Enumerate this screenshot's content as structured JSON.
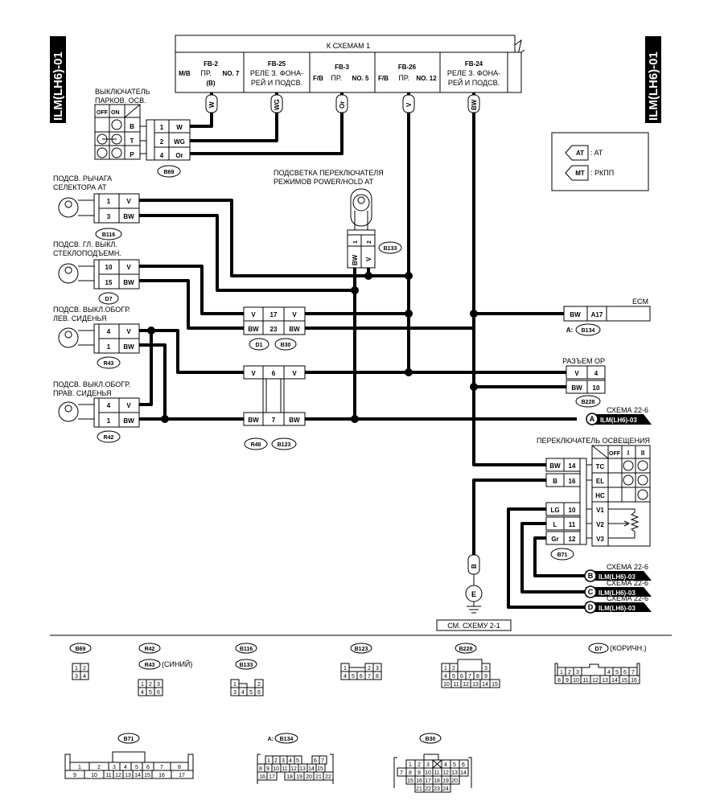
{
  "side_label": "ILM(LH6)-01",
  "top_header": {
    "title": "К СХЕМАМ 1",
    "cells": [
      {
        "pre": "M/B",
        "name": "FB-2",
        "line1": "ПР.",
        "num": "NO. 7",
        "line2": "(B)"
      },
      {
        "pre": "",
        "name": "FB-25",
        "line1": "РЕЛЕ З. ФОНА-",
        "num": "",
        "line2": "РЕЙ И ПОДСВ."
      },
      {
        "pre": "F/B",
        "name": "FB-3",
        "line1": "ПР.",
        "num": "NO. 5",
        "line2": ""
      },
      {
        "pre": "F/B",
        "name": "FB-26",
        "line1": "ПР.",
        "num": "NO. 12",
        "line2": ""
      },
      {
        "pre": "",
        "name": "FB-24",
        "line1": "РЕЛЕ З. ФОНА-",
        "num": "",
        "line2": "РЕЙ И ПОДСВ."
      }
    ],
    "wire_tags": [
      "W",
      "WG",
      "Or",
      "V",
      "BW"
    ]
  },
  "legend": {
    "at_tag": "AT",
    "at_text": ": AT",
    "mt_tag": "MT",
    "mt_text": ": РКПП"
  },
  "parking_switch": {
    "title": [
      "ВЫКЛЮЧАТЕЛЬ",
      "ПАРКОВ. ОСВ."
    ],
    "off": "OFF",
    "on": "ON",
    "rows": [
      {
        "pin": "B",
        "num": "1",
        "wire": "W"
      },
      {
        "pin": "T",
        "num": "2",
        "wire": "WG"
      },
      {
        "pin": "P",
        "num": "4",
        "wire": "Or"
      }
    ],
    "connector": "B69"
  },
  "selector": {
    "title": [
      "ПОДСВ. РЫЧАГА",
      "СЕЛЕКТОРА AT"
    ],
    "pins": [
      {
        "num": "1",
        "wire": "V"
      },
      {
        "num": "3",
        "wire": "BW"
      }
    ],
    "connector": "B116"
  },
  "window": {
    "title": [
      "ПОДСВ. ГЛ. ВЫКЛ.",
      "СТЕКЛОПОДЪЕМН."
    ],
    "pins": [
      {
        "num": "10",
        "wire": "V"
      },
      {
        "num": "15",
        "wire": "BW"
      }
    ],
    "connector": "D7"
  },
  "seat_left": {
    "title": [
      "ПОДСВ. ВЫКЛ.ОБОГР.",
      "ЛЕВ. СИДЕНЬЯ"
    ],
    "pins": [
      {
        "num": "4",
        "wire": "V"
      },
      {
        "num": "1",
        "wire": "BW"
      }
    ],
    "connector": "R43"
  },
  "seat_right": {
    "title": [
      "ПОДСВ. ВЫКЛ.ОБОГР.",
      "ПРАВ. СИДЕНЬЯ"
    ],
    "pins": [
      {
        "num": "4",
        "wire": "V"
      },
      {
        "num": "1",
        "wire": "BW"
      }
    ],
    "connector": "R42"
  },
  "power_hold": {
    "title": [
      "ПОДСВЕТКА ПЕРЕКЛЮЧАТЕЛЯ",
      "РЕЖИМОВ POWER/HOLD AT"
    ],
    "pins": [
      "1",
      "2"
    ],
    "wires": [
      "BW",
      "V"
    ],
    "connector": "B133"
  },
  "joint_d1": {
    "rows": [
      {
        "left": "V",
        "num": "17",
        "right": "V"
      },
      {
        "left": "BW",
        "num": "23",
        "right": "BW"
      }
    ],
    "connectors": [
      "D1",
      "B30"
    ]
  },
  "joint_r48": {
    "rows": [
      {
        "left": "V",
        "num": "6",
        "right": "V"
      },
      {
        "left": "BW",
        "num": "7",
        "right": "BW"
      }
    ],
    "connectors": [
      "R48",
      "B123"
    ]
  },
  "ecm": {
    "title": "ECM",
    "wire": "BW",
    "pin": "A17",
    "prefix": "A:",
    "connector": "B134"
  },
  "op_connector": {
    "title": "РАЗЪЕМ OP",
    "rows": [
      {
        "wire": "V",
        "num": "4"
      },
      {
        "wire": "BW",
        "num": "10"
      }
    ],
    "connector": "B228"
  },
  "schema_a": {
    "ref": "СХЕМА 22-6",
    "letter": "A",
    "target": "ILM(LH6)-03"
  },
  "light_switch": {
    "title": "ПЕРЕКЛЮЧАТЕЛЬ ОСВЕЩЕНИЯ",
    "cols": [
      "OFF",
      "I",
      "II"
    ],
    "rows": [
      {
        "wire": "BW",
        "num": "14",
        "pin": "TC"
      },
      {
        "wire": "B",
        "num": "16",
        "pin": "EL"
      },
      {
        "wire": "",
        "num": "",
        "pin": "HC"
      },
      {
        "wire": "LG",
        "num": "10",
        "pin": "V1"
      },
      {
        "wire": "L",
        "num": "11",
        "pin": "V2"
      },
      {
        "wire": "Gr",
        "num": "12",
        "pin": "V3"
      }
    ],
    "connector": "B71"
  },
  "schemas_bcd": [
    {
      "ref": "СХЕМА 22-6",
      "letter": "B",
      "target": "ILM(LH6)-03"
    },
    {
      "ref": "СХЕМА 22-6",
      "letter": "C",
      "target": "ILM(LH6)-03"
    },
    {
      "ref": "СХЕМА 22-6",
      "letter": "D",
      "target": "ILM(LH6)-03"
    }
  ],
  "ground": {
    "wire": "B",
    "symbol": "E",
    "ref": "СМ. СХЕМУ 2-1"
  },
  "connector_views": {
    "b69": {
      "label": "B69",
      "rows": [
        [
          "1",
          "2"
        ],
        [
          "3",
          "4"
        ]
      ]
    },
    "r42": {
      "label": "R42",
      "label2": "R43",
      "note": "(СИНИЙ)",
      "rows": [
        [
          "1",
          "2",
          "3"
        ],
        [
          "4",
          "5",
          "6"
        ]
      ]
    },
    "b116": {
      "label": "B116",
      "label2": "B133",
      "rows": [
        [
          "1",
          "",
          "2"
        ],
        [
          "3",
          "4",
          "5",
          "6"
        ]
      ]
    },
    "b123": {
      "label": "B123",
      "rows": [
        [
          "1",
          "",
          "2",
          "3"
        ],
        [
          "4",
          "5",
          "6",
          "7",
          "8"
        ]
      ]
    },
    "b228": {
      "label": "B228",
      "rows": [
        [
          "1",
          "2",
          "",
          "3"
        ],
        [
          "4",
          "5",
          "6",
          "7",
          "8",
          "9"
        ],
        [
          "10",
          "11",
          "12",
          "13",
          "14",
          "15"
        ]
      ]
    },
    "d7": {
      "label": "D7",
      "note": "(КОРИЧН.)",
      "rows": [
        [
          "1",
          "2",
          "3",
          "",
          "4",
          "5",
          "6",
          "7"
        ],
        [
          "8",
          "9",
          "10",
          "11",
          "12",
          "13",
          "14",
          "15",
          "16"
        ]
      ]
    },
    "b71": {
      "label": "B71",
      "rows": [
        [
          "1",
          "2",
          "3",
          "4",
          "5",
          "6",
          "7",
          "8"
        ],
        [
          "9",
          "10",
          "11",
          "12",
          "13",
          "14",
          "15",
          "16",
          "17"
        ]
      ]
    },
    "b134": {
      "label": "B134",
      "prefix": "A:",
      "rows": [
        [
          "1",
          "2",
          "3",
          "4",
          "5",
          "6",
          "7"
        ],
        [
          "8",
          "9",
          "10",
          "11",
          "12",
          "13",
          "14",
          "15"
        ],
        [
          "16",
          "17",
          "18",
          "19",
          "20",
          "21",
          "22"
        ]
      ]
    },
    "b30": {
      "label": "B30",
      "rows": [
        [
          "1",
          "2",
          "3",
          "4",
          "5",
          "6"
        ],
        [
          "7",
          "8",
          "9",
          "10",
          "11",
          "12",
          "13",
          "14"
        ],
        [
          "15",
          "16",
          "17",
          "18",
          "19",
          "20"
        ],
        [
          "21",
          "22",
          "23",
          "24"
        ]
      ]
    }
  }
}
